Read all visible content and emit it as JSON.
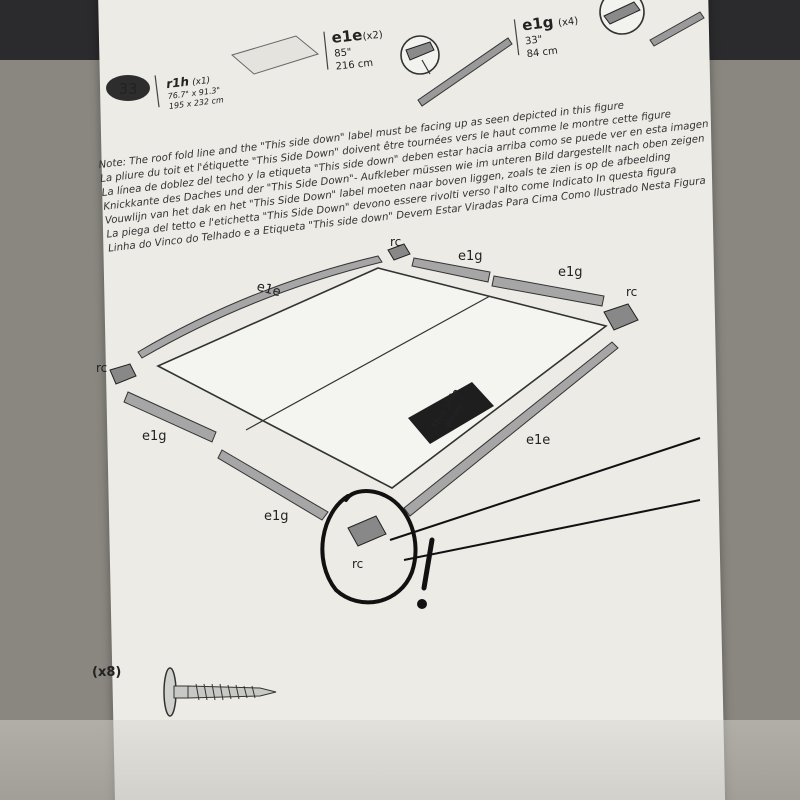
{
  "step": {
    "number": "33"
  },
  "parts": {
    "r1h": {
      "code": "r1h",
      "qty": "(x1)",
      "size_in": "76.7\" x 91.3\"",
      "size_cm": "195 x 232 cm"
    },
    "e1e": {
      "code": "e1e",
      "qty": "(x2)",
      "size_in": "85\"",
      "size_cm": "216 cm"
    },
    "e1g": {
      "code": "e1g",
      "qty": "(x4)",
      "size_in": "33\"",
      "size_cm": "84 cm"
    }
  },
  "notes": [
    "Note: The roof fold line and the \"This side down\" label must be facing up as seen depicted in this figure",
    "La pliure du toit et l'étiquette \"This Side Down\" doivent être tournées vers le haut comme le montre cette figure",
    "La línea de doblez del techo y la etiqueta \"This side down\" deben estar hacia arriba como se puede ver en esta imagen",
    "Knickkante des Daches und der \"This Side Down\"- Aufkleber müssen wie im unteren Bild dargestellt nach oben zeigen",
    "Vouwlijn van het dak en het \"This Side Down\" label moeten naar boven liggen, zoals te zien is op de afbeelding",
    "La piega del tetto e l'etichetta \"This Side Down\" devono essere rivolti verso l'alto come Indicato In questa figura",
    "Linha do Vinco do Telhado e a Etiqueta \"This side down\" Devem Estar Viradas Para Cima Como Ilustrado Nesta Figura"
  ],
  "diagram": {
    "label_sticker_line1": "This side",
    "label_sticker_line2": "down",
    "callouts": {
      "e1e_top": "e1e",
      "e1g_top1": "e1g",
      "e1g_top2": "e1g",
      "rc_top": "rc",
      "rc_right": "rc",
      "rc_left": "rc",
      "e1g_left": "e1g",
      "e1e_right": "e1e",
      "e1g_bottom": "e1g",
      "rc_bottom": "rc"
    },
    "handwritten_mark": "!"
  },
  "screw": {
    "qty": "(x8)"
  }
}
